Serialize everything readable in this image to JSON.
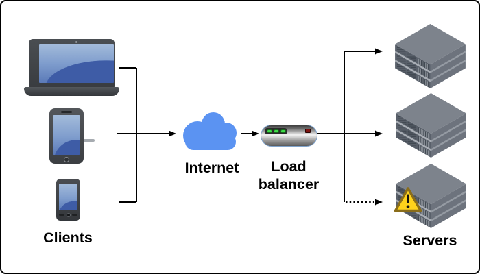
{
  "labels": {
    "clients": "Clients",
    "internet": "Internet",
    "load_balancer": [
      "Load",
      "balancer"
    ],
    "servers": "Servers"
  },
  "icons": {
    "clients": [
      "laptop-icon",
      "tablet-icon",
      "smartphone-icon"
    ],
    "internet": "cloud-icon",
    "load_balancer": "rack-appliance-icon",
    "servers": [
      "server-stack-icon",
      "server-stack-icon",
      "server-stack-icon"
    ],
    "warning": "warning-triangle-icon"
  },
  "connections": [
    {
      "from": "laptop",
      "to": "client-junction",
      "style": "solid"
    },
    {
      "from": "tablet",
      "to": "internet",
      "style": "solid-arrow"
    },
    {
      "from": "smartphone",
      "to": "client-junction",
      "style": "solid"
    },
    {
      "from": "internet",
      "to": "load-balancer",
      "style": "solid-arrow"
    },
    {
      "from": "load-balancer",
      "to": "server-1",
      "style": "solid-arrow"
    },
    {
      "from": "load-balancer",
      "to": "server-2",
      "style": "solid-arrow"
    },
    {
      "from": "load-balancer",
      "to": "server-3",
      "style": "dotted-arrow"
    }
  ],
  "colors": {
    "cloud_blue": "#5B93F2",
    "line_color": "#000000",
    "server_top": "#7D838C",
    "server_left": "#59606A",
    "server_right": "#6D737D",
    "server_sep": "#A9AEB5",
    "led_green": "#3FDB49",
    "led_red": "#7E1310",
    "warning_fill": "#FFD21C",
    "warning_border": "#8A6D1A"
  }
}
